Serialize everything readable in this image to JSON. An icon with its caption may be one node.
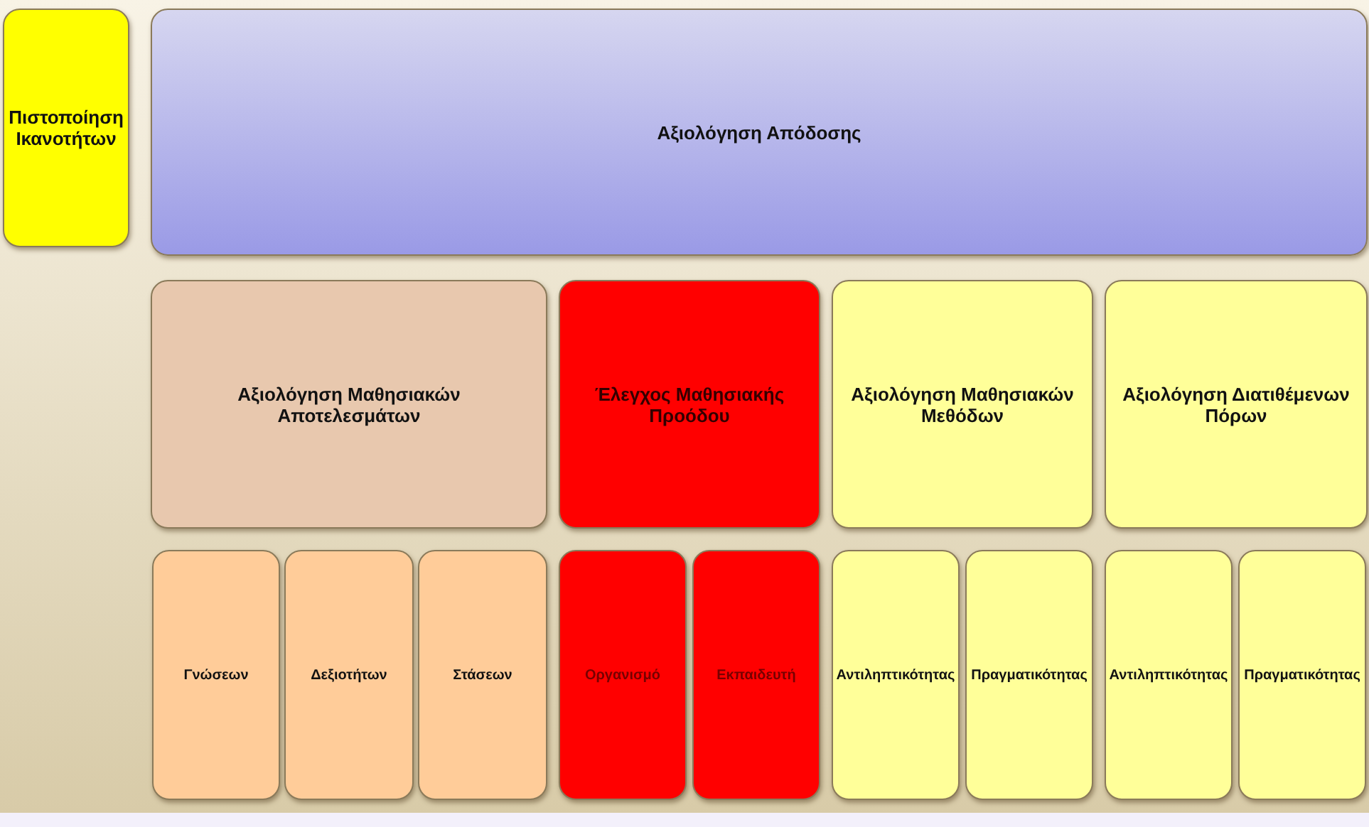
{
  "diagram": {
    "nodes": [
      {
        "text": [
          "Πιστοποίηση Ικανοτήτων"
        ]
      },
      {
        "text": [
          "Αξιολόγηση Απόδοσης"
        ]
      },
      {
        "text": [
          "Αξιολόγηση Μαθησιακών Αποτελεσμάτων"
        ]
      },
      {
        "text": [
          "Έλεγχος Μαθησιακής Προόδου"
        ]
      },
      {
        "text": [
          "Αξιολόγηση Μαθησιακών Μεθόδων"
        ]
      },
      {
        "text": [
          "Αξιολόγηση Διατιθέμενων Πόρων"
        ]
      },
      {
        "text": [
          "Γνώσεων"
        ]
      },
      {
        "text": [
          "Δεξιοτήτων"
        ]
      },
      {
        "text": [
          "Στάσεων"
        ]
      },
      {
        "text": [
          "Οργανισμό"
        ]
      },
      {
        "text": [
          "Εκπαιδευτή"
        ]
      },
      {
        "text": [
          "Αντιληπτικότητας"
        ]
      },
      {
        "text": [
          "Πραγματικότητας"
        ]
      },
      {
        "text": [
          "Αντιληπτικότητας"
        ]
      },
      {
        "text": [
          "Πραγματικότητας"
        ]
      }
    ]
  }
}
